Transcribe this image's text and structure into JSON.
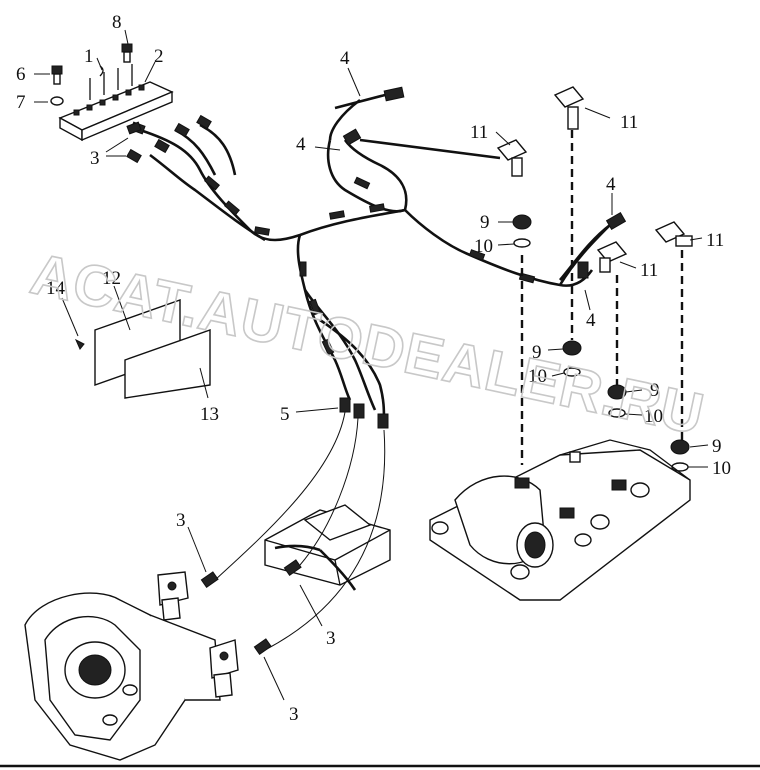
{
  "diagram": {
    "watermark": "ACAT.AUTODEALER.RU",
    "callouts": {
      "c1": "1",
      "c2": "2",
      "c3a": "3",
      "c3b": "3",
      "c3c": "3",
      "c3d": "3",
      "c4a": "4",
      "c4b": "4",
      "c4c": "4",
      "c4d": "4",
      "c5": "5",
      "c6": "6",
      "c7": "7",
      "c8": "8",
      "c9a": "9",
      "c9b": "9",
      "c9c": "9",
      "c9d": "9",
      "c10a": "10",
      "c10b": "10",
      "c10c": "10",
      "c10d": "10",
      "c11a": "11",
      "c11b": "11",
      "c11c": "11",
      "c11d": "11",
      "c12": "12",
      "c13": "13",
      "c14": "14"
    }
  }
}
